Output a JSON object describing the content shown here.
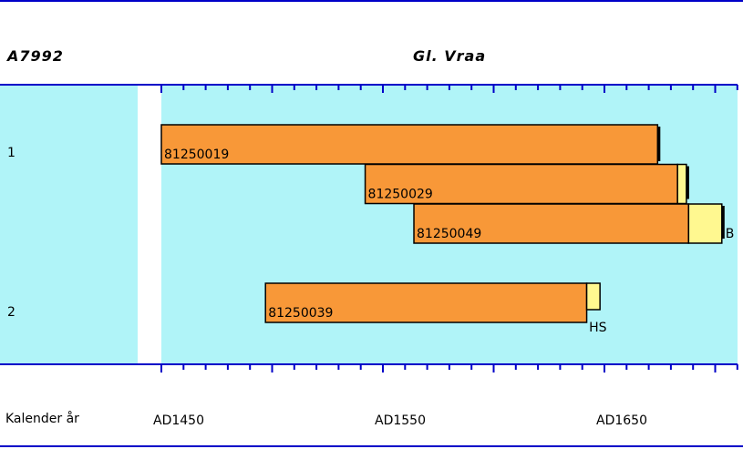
{
  "header": {
    "left_id": "A7992",
    "site": "Gl. Vraa"
  },
  "footer": {
    "axis_caption": "Kalender år"
  },
  "chart_data": {
    "type": "bar",
    "x_axis": {
      "range": [
        1450,
        1710
      ],
      "major_tick_step": 50,
      "minor_tick_step": 10,
      "tick_labels": [
        {
          "value": 1450,
          "label": "AD1450"
        },
        {
          "value": 1550,
          "label": "AD1550"
        },
        {
          "value": 1650,
          "label": "AD1650"
        }
      ]
    },
    "groups": [
      {
        "label": "1",
        "rows": [
          0,
          1,
          2
        ]
      },
      {
        "label": "2",
        "rows": [
          4
        ]
      }
    ],
    "bars": [
      {
        "id": "81250019",
        "row": 0,
        "heartwood": [
          1450,
          1674
        ],
        "sapwood": null,
        "end_mark": "bark-edge",
        "suffix": ""
      },
      {
        "id": "81250029",
        "row": 1,
        "heartwood": [
          1542,
          1683
        ],
        "sapwood": [
          1683,
          1687
        ],
        "end_mark": "bark-edge",
        "suffix": ""
      },
      {
        "id": "81250049",
        "row": 2,
        "heartwood": [
          1564,
          1688
        ],
        "sapwood": [
          1688,
          1703
        ],
        "end_mark": "bark-edge",
        "suffix": "B"
      },
      {
        "id": "81250039",
        "row": 4,
        "heartwood": [
          1497,
          1642
        ],
        "sapwood": [
          1642,
          1648
        ],
        "end_mark": "none",
        "suffix": "HS"
      }
    ],
    "colors": {
      "panel": "#b0f4f8",
      "heartwood": "#f89838",
      "sapwood": "#fff890",
      "axis": "#0000c8",
      "gap": "#ffffff"
    }
  }
}
